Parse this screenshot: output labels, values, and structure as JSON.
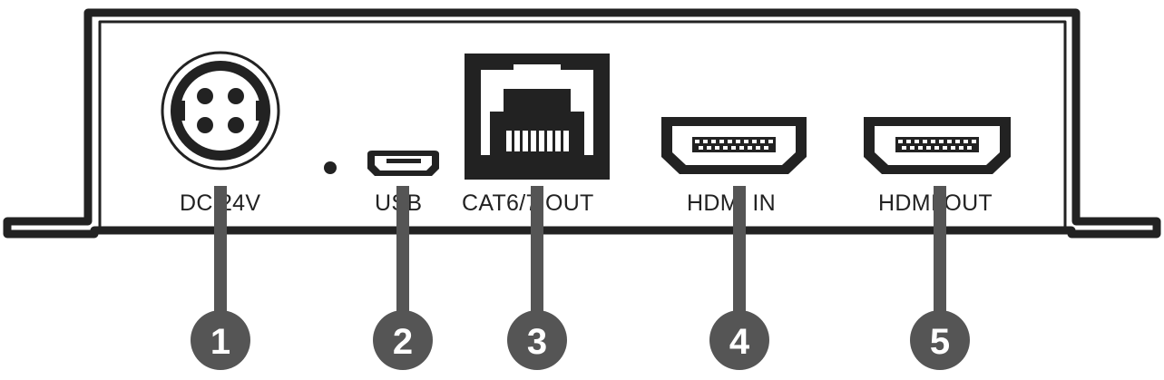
{
  "colors": {
    "outline": "#222222",
    "callout": "#555555",
    "callout_text": "#ffffff",
    "background": "#ffffff"
  },
  "ports": [
    {
      "id": "dc",
      "label": "DC 24V",
      "icon": "dc-power-connector-icon",
      "callout": "1"
    },
    {
      "id": "usb",
      "label": "USB",
      "icon": "micro-usb-port-icon",
      "callout": "2"
    },
    {
      "id": "cat",
      "label": "CAT6/7 OUT",
      "icon": "rj45-port-icon",
      "callout": "3"
    },
    {
      "id": "hdmi-in",
      "label": "HDMI IN",
      "icon": "hdmi-in-port-icon",
      "callout": "4"
    },
    {
      "id": "hdmi-out",
      "label": "HDMI OUT",
      "icon": "hdmi-out-port-icon",
      "callout": "5"
    }
  ]
}
